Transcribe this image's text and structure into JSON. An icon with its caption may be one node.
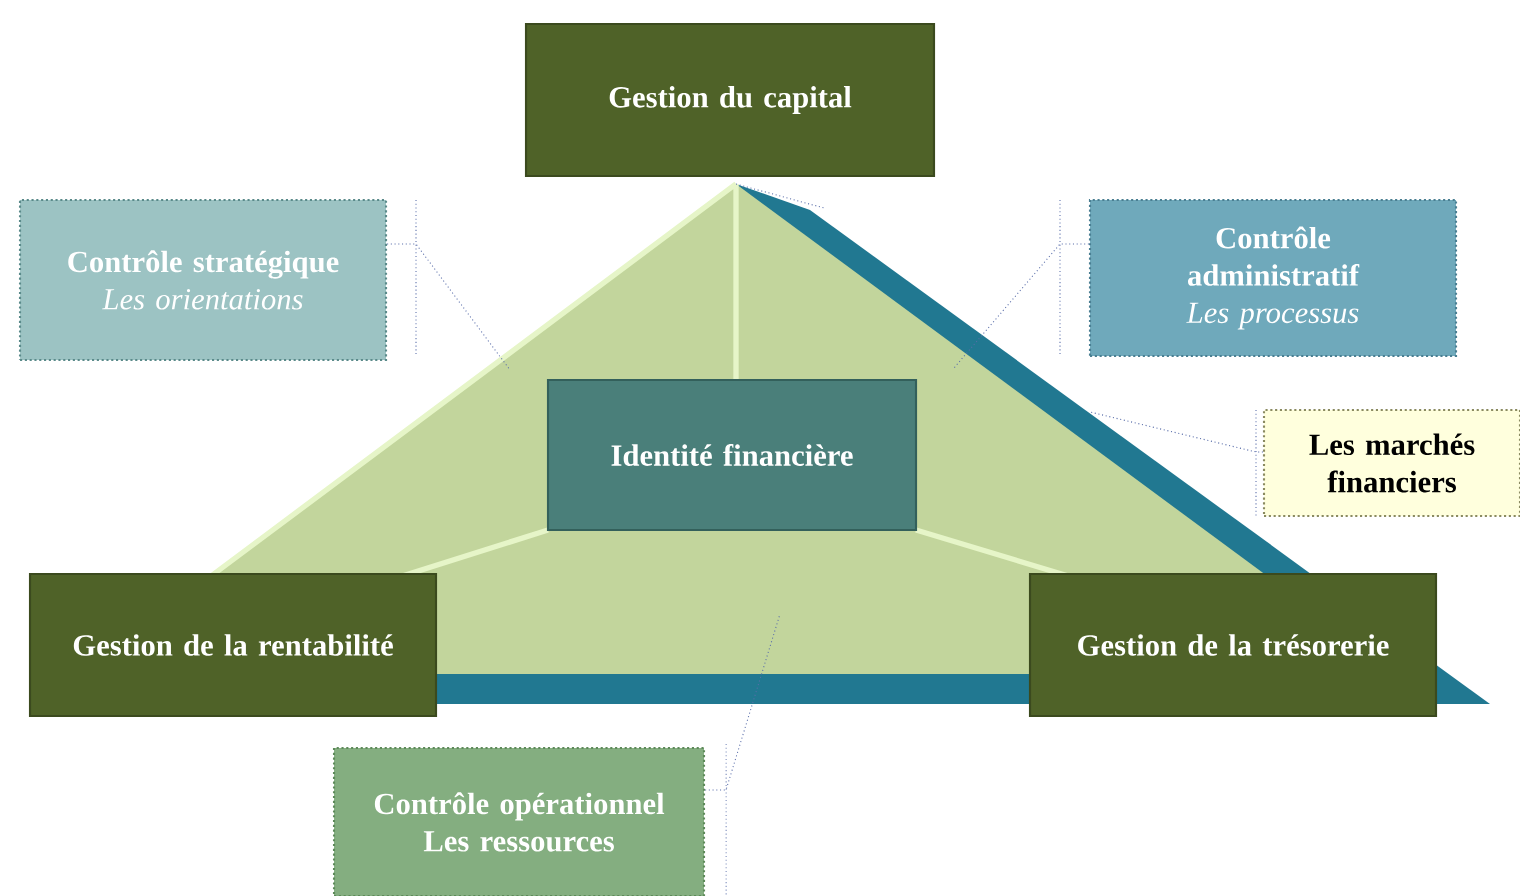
{
  "diagram": {
    "nodes": [
      {
        "text": [
          "Gestion du capital"
        ]
      },
      {
        "text": [
          "Contrôle stratégique",
          "Les orientations"
        ]
      },
      {
        "text": [
          "Contrôle administratif",
          "Les processus"
        ]
      },
      {
        "text": [
          "Identité financière"
        ]
      },
      {
        "text": [
          "Les marchés financiers"
        ]
      },
      {
        "text": [
          "Gestion de la rentabilité"
        ]
      },
      {
        "text": [
          "Gestion de la trésorerie"
        ]
      },
      {
        "text": [
          "Contrôle opérationnel",
          "Les ressources"
        ]
      }
    ],
    "edges": [
      {
        "from": 1,
        "to": null,
        "arrow": "none",
        "style": "dashed"
      },
      {
        "from": 2,
        "to": null,
        "arrow": "none",
        "style": "dashed"
      },
      {
        "from": 4,
        "to": null,
        "arrow": "none",
        "style": "dashed"
      },
      {
        "from": 7,
        "to": null,
        "arrow": "none",
        "style": "dashed"
      }
    ]
  }
}
